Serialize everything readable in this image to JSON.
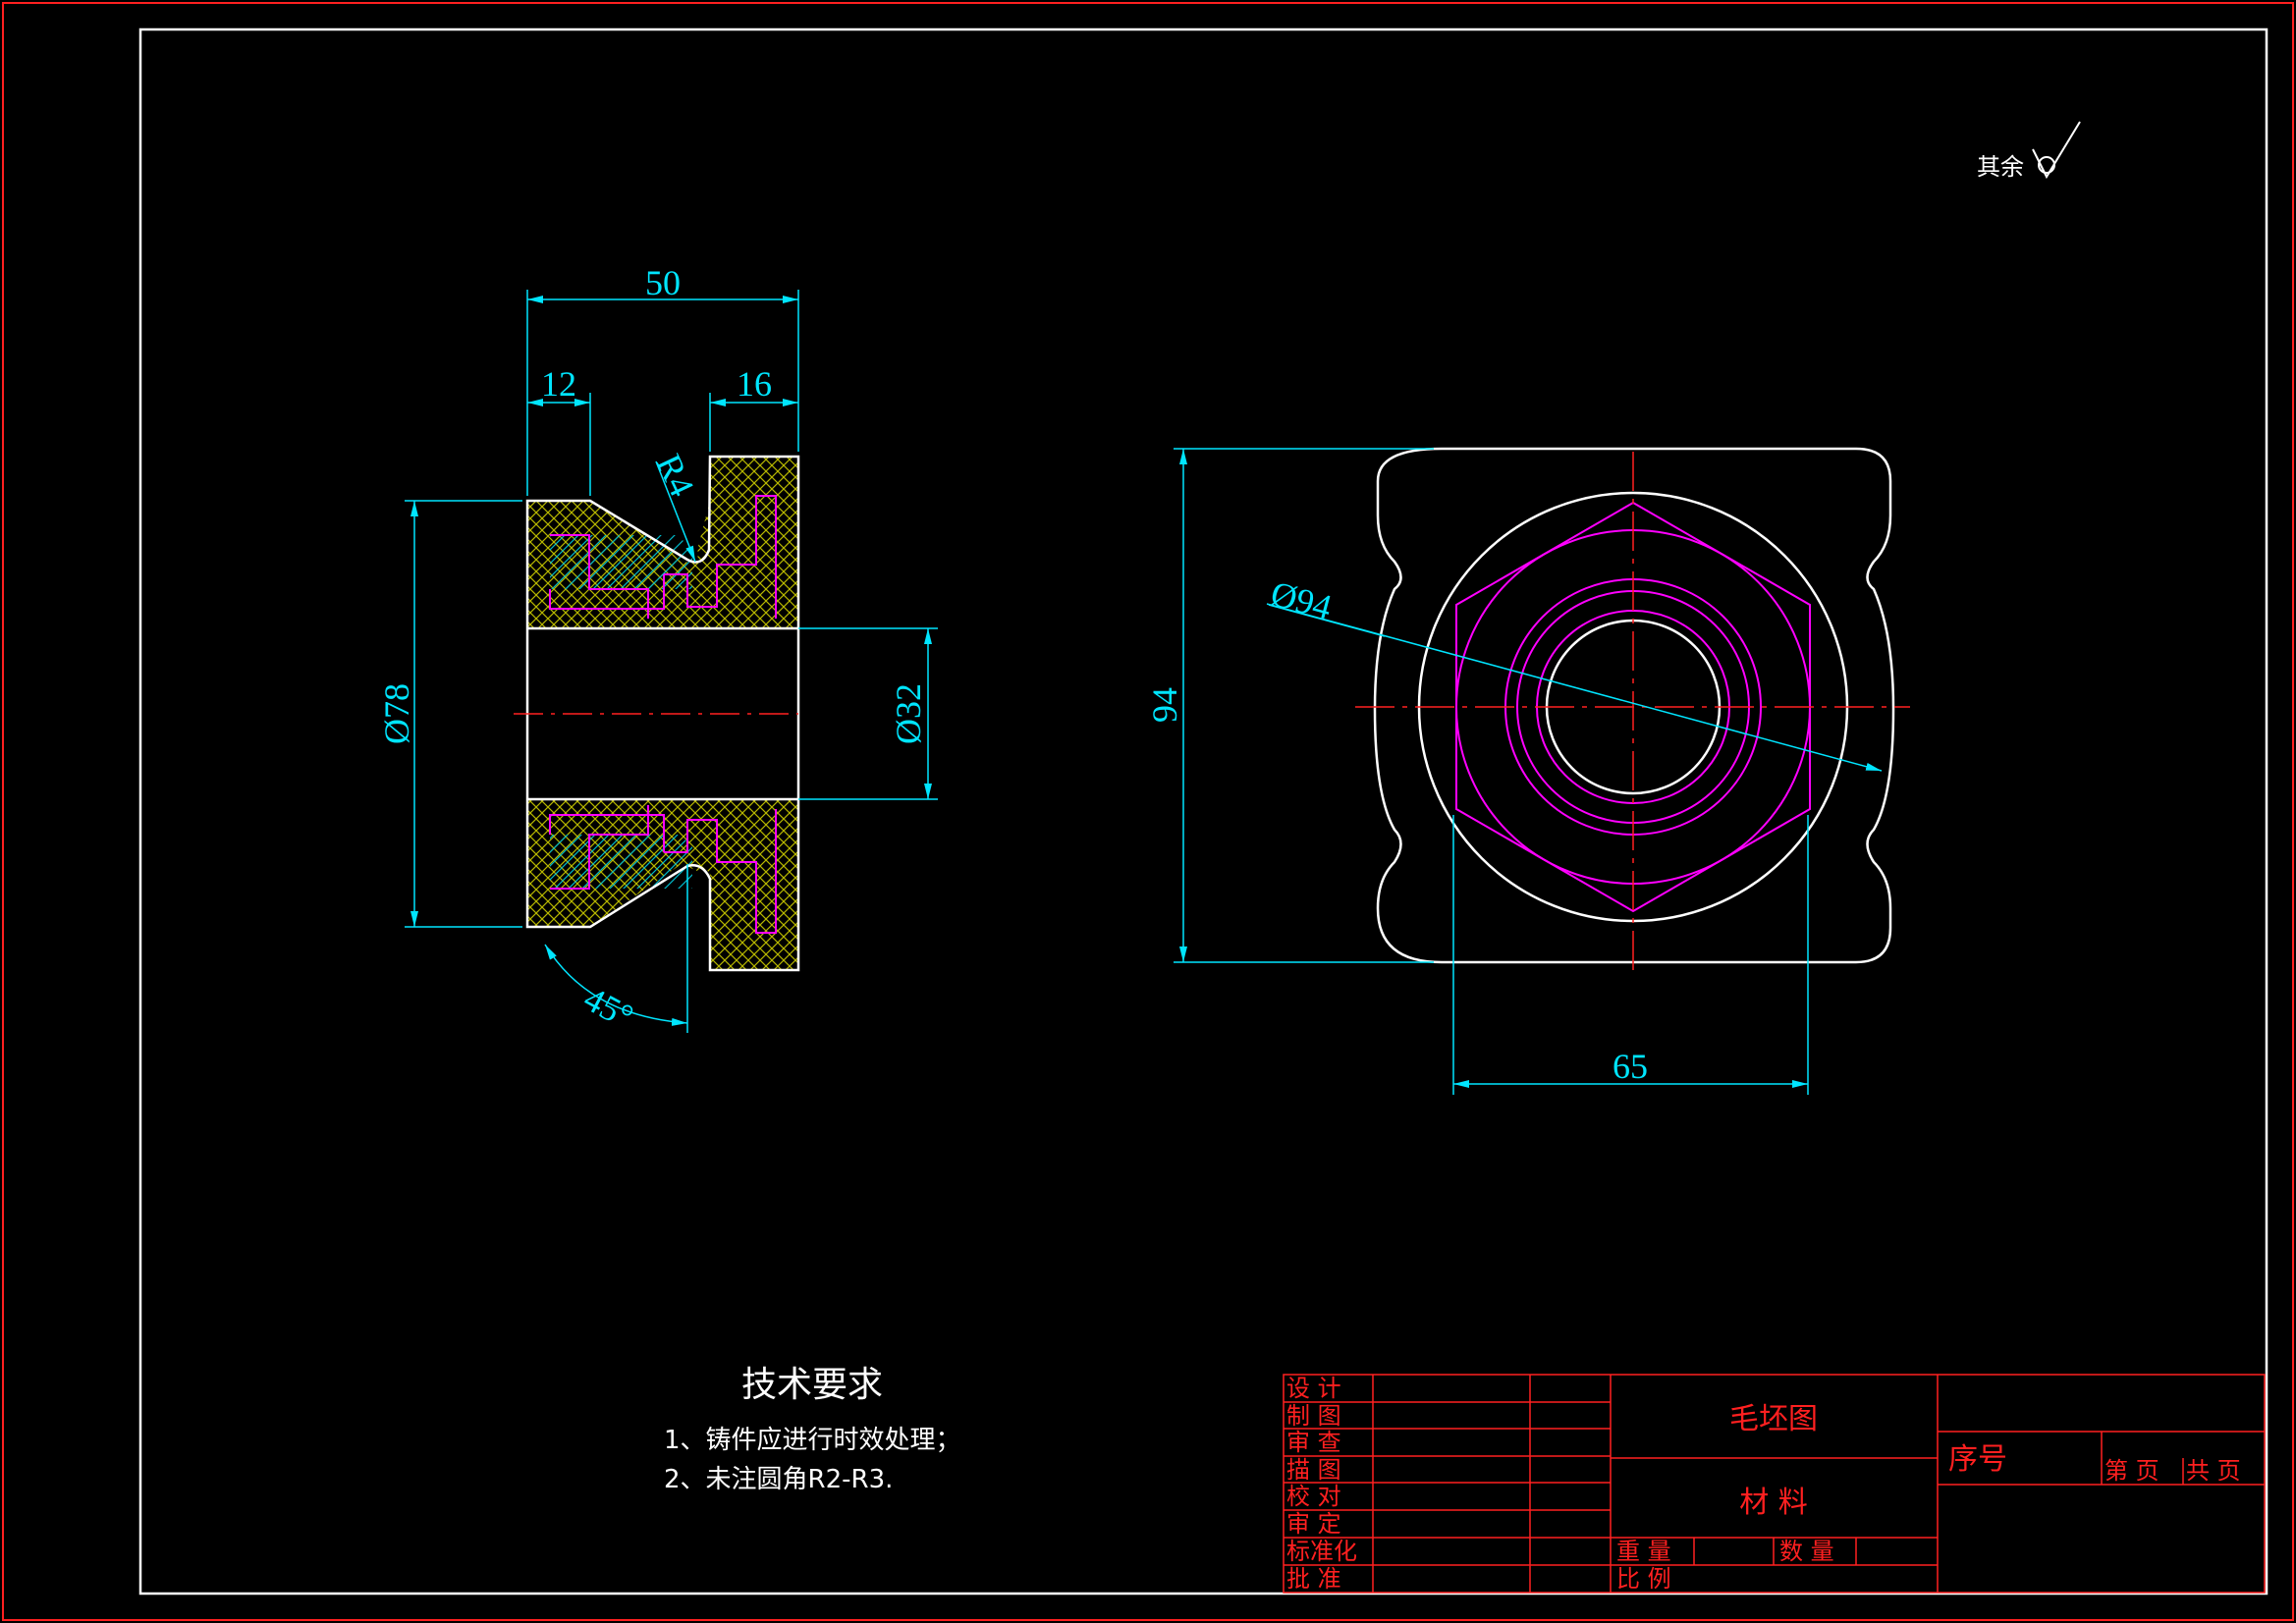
{
  "drawing": {
    "roughness_note": "其余",
    "tech_requirements": {
      "title": "技术要求",
      "items": [
        "1、铸件应进行时效处理；",
        "2、未注圆角R2-R3."
      ]
    },
    "section_view": {
      "dims": {
        "overall_length": "50",
        "left_flange": "12",
        "right_flange": "16",
        "groove_radius": "R4",
        "outer_diameter": "Ø78",
        "bore_diameter": "Ø32",
        "chamfer_angle": "45°"
      }
    },
    "front_view": {
      "dims": {
        "circle_diameter": "Ø94",
        "height": "94",
        "hex_width": "65"
      }
    }
  },
  "title_block": {
    "drawing_name": "毛坯图",
    "material_label": "材  料",
    "sequence_label": "序号",
    "sheet_label": "第  页",
    "total_label": "共  页",
    "weight_label": "重  量",
    "quantity_label": "数  量",
    "scale_label": "比  例",
    "roles": [
      "设  计",
      "制  图",
      "审  查",
      "描  图",
      "校  对",
      "审  定",
      "标准化",
      "批  准"
    ]
  },
  "colors": {
    "frame": "#ff2020",
    "outline": "#ffffff",
    "dimension": "#00e5ff",
    "hidden": "#ff00ff",
    "hatch": "#ffff00",
    "centerline": "#ff2020"
  }
}
